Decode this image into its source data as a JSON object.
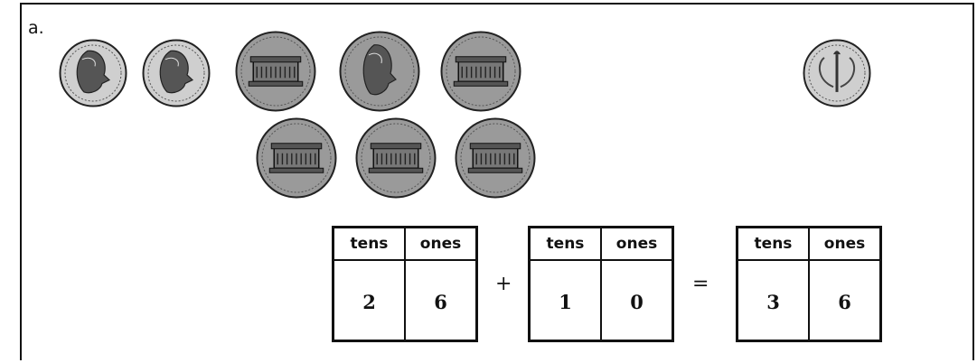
{
  "problem": {
    "label": "a."
  },
  "coins": [
    {
      "kind": "dime",
      "side": "heads"
    },
    {
      "kind": "dime",
      "side": "heads"
    },
    {
      "kind": "penny",
      "side": "tails"
    },
    {
      "kind": "penny",
      "side": "heads"
    },
    {
      "kind": "penny",
      "side": "tails"
    },
    {
      "kind": "dime",
      "side": "tails"
    },
    {
      "kind": "penny",
      "side": "tails"
    },
    {
      "kind": "penny",
      "side": "tails"
    },
    {
      "kind": "penny",
      "side": "tails"
    }
  ],
  "equation": {
    "charts": [
      {
        "tens_header": "tens",
        "ones_header": "ones",
        "tens": "2",
        "ones": "6"
      },
      {
        "tens_header": "tens",
        "ones_header": "ones",
        "tens": "1",
        "ones": "0"
      },
      {
        "tens_header": "tens",
        "ones_header": "ones",
        "tens": "3",
        "ones": "6"
      }
    ],
    "plus": "+",
    "equals": "="
  }
}
